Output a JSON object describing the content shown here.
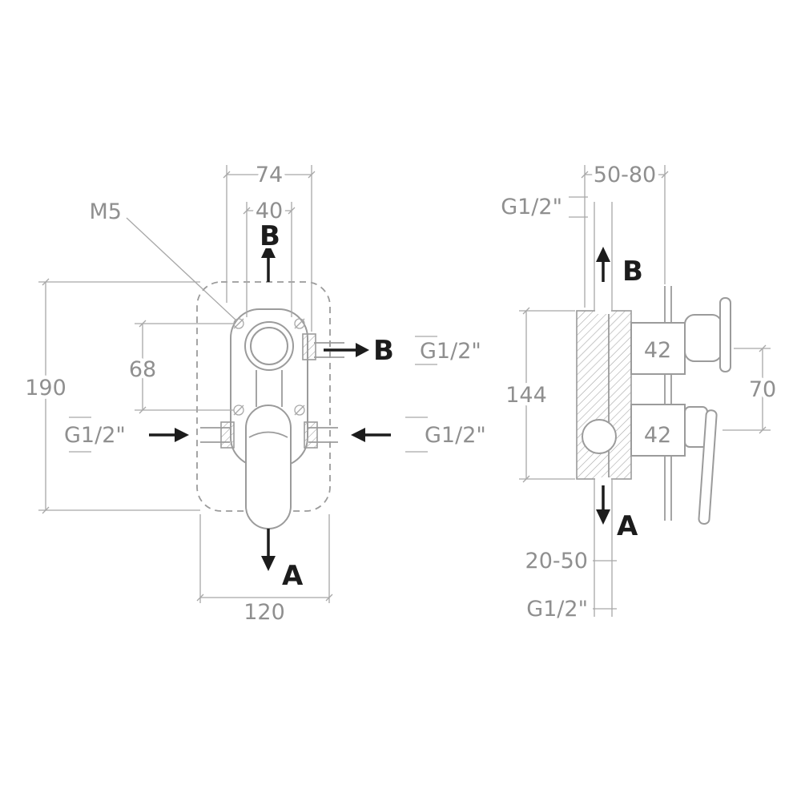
{
  "colors": {
    "line": "#9b9b9b",
    "text": "#8f8f8f",
    "arrow": "#1c1c1c"
  },
  "front_view": {
    "dim_74": "74",
    "dim_40": "40",
    "label_m5": "M5",
    "label_b_top": "B",
    "label_b_side": "B",
    "thread_b_side": "G1/2\"",
    "dim_68": "68",
    "dim_190": "190",
    "thread_inlet_left": "G1/2\"",
    "thread_inlet_right": "G1/2\"",
    "label_a_bottom": "A",
    "dim_120": "120"
  },
  "side_view": {
    "dim_depth_range": "50-80",
    "thread_top": "G1/2\"",
    "label_b_top": "B",
    "dim_144": "144",
    "dim_42_top": "42",
    "dim_42_bottom": "42",
    "dim_70": "70",
    "label_a_bottom": "A",
    "dim_bottom_range": "20-50",
    "thread_bottom": "G1/2\""
  }
}
